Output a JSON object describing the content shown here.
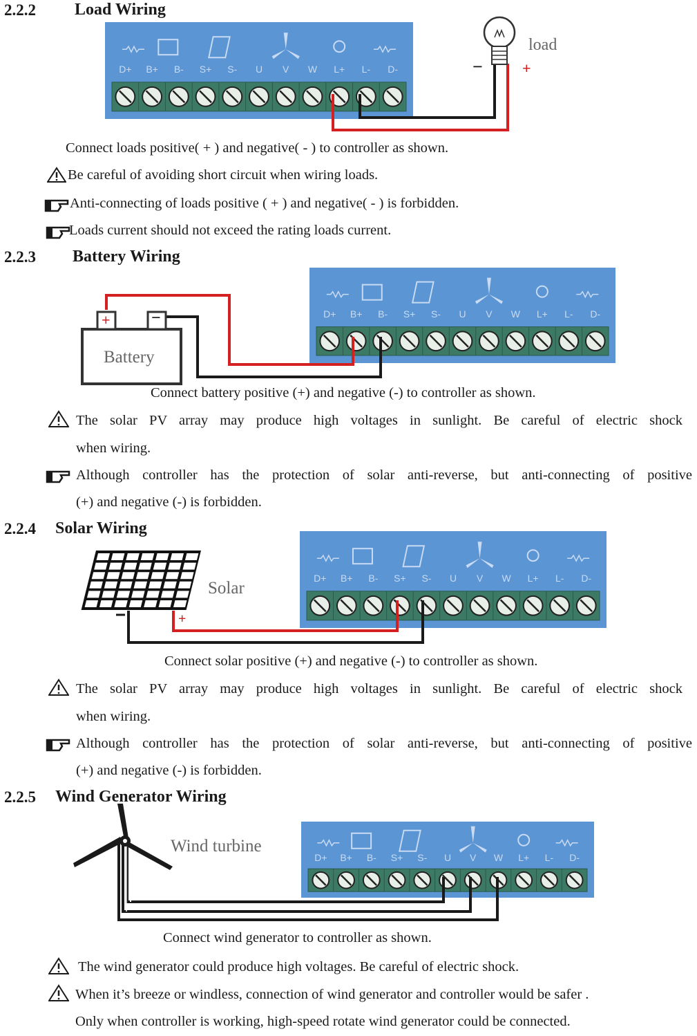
{
  "terminals": [
    "D+",
    "B+",
    "B-",
    "S+",
    "S-",
    "U",
    "V",
    "W",
    "L+",
    "L-",
    "D-"
  ],
  "colors": {
    "controller": "#5b95d4",
    "terminal_strip": "#3d7a66",
    "positive_wire": "#d42020",
    "negative_wire": "#1a1a1a"
  },
  "sections": {
    "load": {
      "number": "2.2.2",
      "title": "Load Wiring",
      "device_label": "load",
      "minus": "−",
      "plus": "+",
      "caption": "Connect loads positive( + ) and negative( - ) to controller as shown.",
      "warning": "Be careful of avoiding short circuit when wiring loads.",
      "note1": "Anti-connecting of loads positive ( + ) and negative( - ) is forbidden.",
      "note2": "Loads current should not exceed the rating loads current."
    },
    "battery": {
      "number": "2.2.3",
      "title": "Battery Wiring",
      "device_label": "Battery",
      "plus": "+",
      "minus": "−",
      "caption": "Connect battery positive (+) and negative (-) to controller as shown.",
      "warning_l1": "The solar PV array may produce high voltages in sunlight. Be careful of electric shock",
      "warning_l2": "when wiring.",
      "note_l1": "Although controller has the protection of solar anti-reverse, but anti-connecting of positive",
      "note_l2": "(+) and negative (-) is forbidden."
    },
    "solar": {
      "number": "2.2.4",
      "title": "Solar Wiring",
      "device_label": "Solar",
      "minus": "-",
      "plus": "+",
      "caption": "Connect solar positive (+) and negative (-) to controller as shown.",
      "warning_l1": "The solar PV array may produce high voltages in sunlight. Be careful of electric shock",
      "warning_l2": "when wiring.",
      "note_l1": "Although controller has the protection of solar anti-reverse, but anti-connecting of positive",
      "note_l2": "(+) and negative (-) is forbidden."
    },
    "wind": {
      "number": "2.2.5",
      "title": "Wind Generator Wiring",
      "device_label": "Wind turbine",
      "caption": "Connect wind generator to controller as shown.",
      "warning1": "The wind generator could produce high voltages. Be careful of electric shock.",
      "warning2_l1": "When it’s breeze or windless, connection of wind generator and controller would be safer .",
      "warning2_l2": "Only when controller is working, high-speed rotate wind generator could be connected."
    }
  }
}
